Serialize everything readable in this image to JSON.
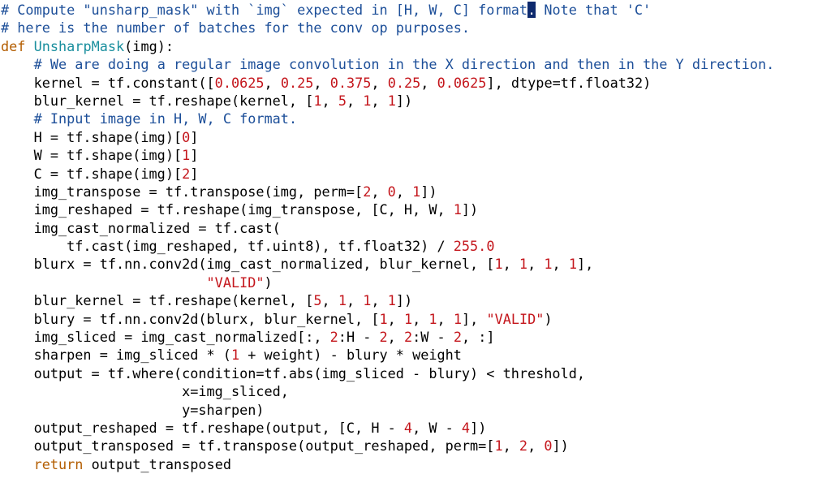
{
  "colors": {
    "background": "#ffffff",
    "text": "#000000",
    "comment": "#1d4f99",
    "keyword": "#b35d00",
    "function_name": "#1a8f9e",
    "number": "#c4161c",
    "string": "#c4161c",
    "cursor": "#0e2a6e"
  },
  "lines": [
    [
      {
        "t": "cm",
        "v": "# Compute \"unsharp_mask\" with `img` expected in [H, W, C] format"
      },
      {
        "t": "cursor",
        "v": "."
      },
      {
        "t": "cm",
        "v": " Note that 'C'"
      }
    ],
    [
      {
        "t": "cm",
        "v": "# here is the number of batches for the conv op purposes."
      }
    ],
    [
      {
        "t": "kw",
        "v": "def"
      },
      {
        "t": "",
        "v": " "
      },
      {
        "t": "fn",
        "v": "UnsharpMask"
      },
      {
        "t": "",
        "v": "(img):"
      }
    ],
    [
      {
        "t": "",
        "v": "    "
      },
      {
        "t": "cm",
        "v": "# We are doing a regular image convolution in the X direction and then in the Y direction."
      }
    ],
    [
      {
        "t": "",
        "v": "    kernel = tf.constant(["
      },
      {
        "t": "num",
        "v": "0.0625"
      },
      {
        "t": "",
        "v": ", "
      },
      {
        "t": "num",
        "v": "0.25"
      },
      {
        "t": "",
        "v": ", "
      },
      {
        "t": "num",
        "v": "0.375"
      },
      {
        "t": "",
        "v": ", "
      },
      {
        "t": "num",
        "v": "0.25"
      },
      {
        "t": "",
        "v": ", "
      },
      {
        "t": "num",
        "v": "0.0625"
      },
      {
        "t": "",
        "v": "], dtype=tf.float32)"
      }
    ],
    [
      {
        "t": "",
        "v": "    blur_kernel = tf.reshape(kernel, ["
      },
      {
        "t": "num",
        "v": "1"
      },
      {
        "t": "",
        "v": ", "
      },
      {
        "t": "num",
        "v": "5"
      },
      {
        "t": "",
        "v": ", "
      },
      {
        "t": "num",
        "v": "1"
      },
      {
        "t": "",
        "v": ", "
      },
      {
        "t": "num",
        "v": "1"
      },
      {
        "t": "",
        "v": "])"
      }
    ],
    [
      {
        "t": "",
        "v": "    "
      },
      {
        "t": "cm",
        "v": "# Input image in H, W, C format."
      }
    ],
    [
      {
        "t": "",
        "v": "    H = tf.shape(img)["
      },
      {
        "t": "num",
        "v": "0"
      },
      {
        "t": "",
        "v": "]"
      }
    ],
    [
      {
        "t": "",
        "v": "    W = tf.shape(img)["
      },
      {
        "t": "num",
        "v": "1"
      },
      {
        "t": "",
        "v": "]"
      }
    ],
    [
      {
        "t": "",
        "v": "    C = tf.shape(img)["
      },
      {
        "t": "num",
        "v": "2"
      },
      {
        "t": "",
        "v": "]"
      }
    ],
    [
      {
        "t": "",
        "v": "    img_transpose = tf.transpose(img, perm=["
      },
      {
        "t": "num",
        "v": "2"
      },
      {
        "t": "",
        "v": ", "
      },
      {
        "t": "num",
        "v": "0"
      },
      {
        "t": "",
        "v": ", "
      },
      {
        "t": "num",
        "v": "1"
      },
      {
        "t": "",
        "v": "])"
      }
    ],
    [
      {
        "t": "",
        "v": "    img_reshaped = tf.reshape(img_transpose, [C, H, W, "
      },
      {
        "t": "num",
        "v": "1"
      },
      {
        "t": "",
        "v": "])"
      }
    ],
    [
      {
        "t": "",
        "v": "    img_cast_normalized = tf.cast("
      }
    ],
    [
      {
        "t": "",
        "v": "        tf.cast(img_reshaped, tf.uint8), tf.float32) / "
      },
      {
        "t": "num",
        "v": "255.0"
      }
    ],
    [
      {
        "t": "",
        "v": "    blurx = tf.nn.conv2d(img_cast_normalized, blur_kernel, ["
      },
      {
        "t": "num",
        "v": "1"
      },
      {
        "t": "",
        "v": ", "
      },
      {
        "t": "num",
        "v": "1"
      },
      {
        "t": "",
        "v": ", "
      },
      {
        "t": "num",
        "v": "1"
      },
      {
        "t": "",
        "v": ", "
      },
      {
        "t": "num",
        "v": "1"
      },
      {
        "t": "",
        "v": "],"
      }
    ],
    [
      {
        "t": "",
        "v": "                         "
      },
      {
        "t": "str",
        "v": "\"VALID\""
      },
      {
        "t": "",
        "v": ")"
      }
    ],
    [
      {
        "t": "",
        "v": "    blur_kernel = tf.reshape(kernel, ["
      },
      {
        "t": "num",
        "v": "5"
      },
      {
        "t": "",
        "v": ", "
      },
      {
        "t": "num",
        "v": "1"
      },
      {
        "t": "",
        "v": ", "
      },
      {
        "t": "num",
        "v": "1"
      },
      {
        "t": "",
        "v": ", "
      },
      {
        "t": "num",
        "v": "1"
      },
      {
        "t": "",
        "v": "])"
      }
    ],
    [
      {
        "t": "",
        "v": "    blury = tf.nn.conv2d(blurx, blur_kernel, ["
      },
      {
        "t": "num",
        "v": "1"
      },
      {
        "t": "",
        "v": ", "
      },
      {
        "t": "num",
        "v": "1"
      },
      {
        "t": "",
        "v": ", "
      },
      {
        "t": "num",
        "v": "1"
      },
      {
        "t": "",
        "v": ", "
      },
      {
        "t": "num",
        "v": "1"
      },
      {
        "t": "",
        "v": "], "
      },
      {
        "t": "str",
        "v": "\"VALID\""
      },
      {
        "t": "",
        "v": ")"
      }
    ],
    [
      {
        "t": "",
        "v": "    img_sliced = img_cast_normalized[:, "
      },
      {
        "t": "num",
        "v": "2"
      },
      {
        "t": "",
        "v": ":H - "
      },
      {
        "t": "num",
        "v": "2"
      },
      {
        "t": "",
        "v": ", "
      },
      {
        "t": "num",
        "v": "2"
      },
      {
        "t": "",
        "v": ":W - "
      },
      {
        "t": "num",
        "v": "2"
      },
      {
        "t": "",
        "v": ", :]"
      }
    ],
    [
      {
        "t": "",
        "v": "    sharpen = img_sliced * ("
      },
      {
        "t": "num",
        "v": "1"
      },
      {
        "t": "",
        "v": " + weight) - blury * weight"
      }
    ],
    [
      {
        "t": "",
        "v": "    output = tf.where(condition=tf.abs(img_sliced - blury) < threshold,"
      }
    ],
    [
      {
        "t": "",
        "v": "                      x=img_sliced,"
      }
    ],
    [
      {
        "t": "",
        "v": "                      y=sharpen)"
      }
    ],
    [
      {
        "t": "",
        "v": "    output_reshaped = tf.reshape(output, [C, H - "
      },
      {
        "t": "num",
        "v": "4"
      },
      {
        "t": "",
        "v": ", W - "
      },
      {
        "t": "num",
        "v": "4"
      },
      {
        "t": "",
        "v": "])"
      }
    ],
    [
      {
        "t": "",
        "v": "    output_transposed = tf.transpose(output_reshaped, perm=["
      },
      {
        "t": "num",
        "v": "1"
      },
      {
        "t": "",
        "v": ", "
      },
      {
        "t": "num",
        "v": "2"
      },
      {
        "t": "",
        "v": ", "
      },
      {
        "t": "num",
        "v": "0"
      },
      {
        "t": "",
        "v": "])"
      }
    ],
    [
      {
        "t": "",
        "v": "    "
      },
      {
        "t": "kw",
        "v": "return"
      },
      {
        "t": "",
        "v": " output_transposed"
      }
    ]
  ]
}
